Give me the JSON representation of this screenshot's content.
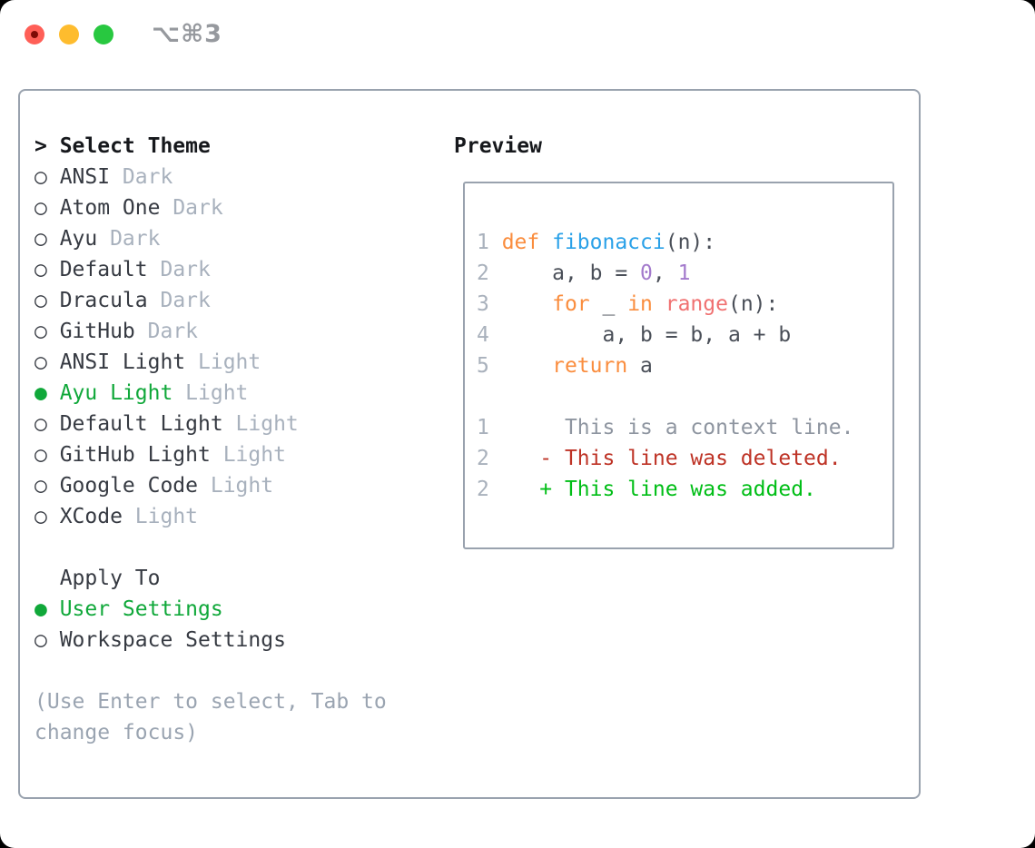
{
  "window": {
    "title_shortcut": "⌥⌘3"
  },
  "palette": {
    "light-red": "#FF5F57",
    "light-yellow": "#FEBC2E",
    "light-green": "#28C840",
    "titlebar-gray": "#96999E",
    "border": "#99A2AE",
    "header-text": "#16181C",
    "item-text": "#363A42",
    "variant-gray": "#A8B1BD",
    "hint-gray": "#9AA4B1",
    "accent-green": "#10A83A",
    "gutter-gray": "#A9B1BC",
    "keyword-orange": "#FA8D3E",
    "function-blue": "#2AA1E8",
    "number-purple": "#A37ACC",
    "call-coral": "#F07171",
    "code-text": "#4A4F58",
    "context-gray": "#8E95A0",
    "deleted-red": "#BE3326",
    "added-green": "#00BE16"
  },
  "picker": {
    "header": {
      "marker": ">",
      "label": "Select Theme"
    },
    "markers": {
      "selected": "●",
      "unselected": "○"
    },
    "themes": [
      {
        "name": "ANSI",
        "variant": "Dark",
        "selected": false
      },
      {
        "name": "Atom One",
        "variant": "Dark",
        "selected": false
      },
      {
        "name": "Ayu",
        "variant": "Dark",
        "selected": false
      },
      {
        "name": "Default",
        "variant": "Dark",
        "selected": false
      },
      {
        "name": "Dracula",
        "variant": "Dark",
        "selected": false
      },
      {
        "name": "GitHub",
        "variant": "Dark",
        "selected": false
      },
      {
        "name": "ANSI Light",
        "variant": "Light",
        "selected": false
      },
      {
        "name": "Ayu Light",
        "variant": "Light",
        "selected": true
      },
      {
        "name": "Default Light",
        "variant": "Light",
        "selected": false
      },
      {
        "name": "GitHub Light",
        "variant": "Light",
        "selected": false
      },
      {
        "name": "Google Code",
        "variant": "Light",
        "selected": false
      },
      {
        "name": "XCode",
        "variant": "Light",
        "selected": false
      }
    ],
    "apply_to": {
      "label": "Apply To",
      "options": [
        {
          "name": "User Settings",
          "selected": true
        },
        {
          "name": "Workspace Settings",
          "selected": false
        }
      ]
    },
    "hint_lines": [
      "(Use Enter to select, Tab to",
      "change focus)"
    ]
  },
  "preview": {
    "label": "Preview",
    "code_lines": [
      [
        {
          "t": "1 ",
          "c": "gut"
        },
        {
          "t": "def ",
          "c": "kw"
        },
        {
          "t": "fibonacci",
          "c": "fn"
        },
        {
          "t": "(n):",
          "c": "code"
        }
      ],
      [
        {
          "t": "2 ",
          "c": "gut"
        },
        {
          "t": "    a, b = ",
          "c": "code"
        },
        {
          "t": "0",
          "c": "num"
        },
        {
          "t": ", ",
          "c": "code"
        },
        {
          "t": "1",
          "c": "num"
        }
      ],
      [
        {
          "t": "3 ",
          "c": "gut"
        },
        {
          "t": "    ",
          "c": "code"
        },
        {
          "t": "for ",
          "c": "kw"
        },
        {
          "t": "_ ",
          "c": "code"
        },
        {
          "t": "in ",
          "c": "kw"
        },
        {
          "t": "range",
          "c": "call"
        },
        {
          "t": "(n):",
          "c": "code"
        }
      ],
      [
        {
          "t": "4 ",
          "c": "gut"
        },
        {
          "t": "        a, b = b, a + b",
          "c": "code"
        }
      ],
      [
        {
          "t": "5 ",
          "c": "gut"
        },
        {
          "t": "    ",
          "c": "code"
        },
        {
          "t": "return ",
          "c": "kw"
        },
        {
          "t": "a",
          "c": "code"
        }
      ],
      [],
      [
        {
          "t": "1",
          "c": "gut"
        },
        {
          "t": "      This is a context line.",
          "c": "ctx"
        }
      ],
      [
        {
          "t": "2",
          "c": "gut"
        },
        {
          "t": "    ",
          "c": "ctx"
        },
        {
          "t": "- This line was deleted.",
          "c": "del"
        }
      ],
      [
        {
          "t": "2",
          "c": "gut"
        },
        {
          "t": "    ",
          "c": "ctx"
        },
        {
          "t": "+ This line was added.",
          "c": "add"
        }
      ]
    ]
  }
}
